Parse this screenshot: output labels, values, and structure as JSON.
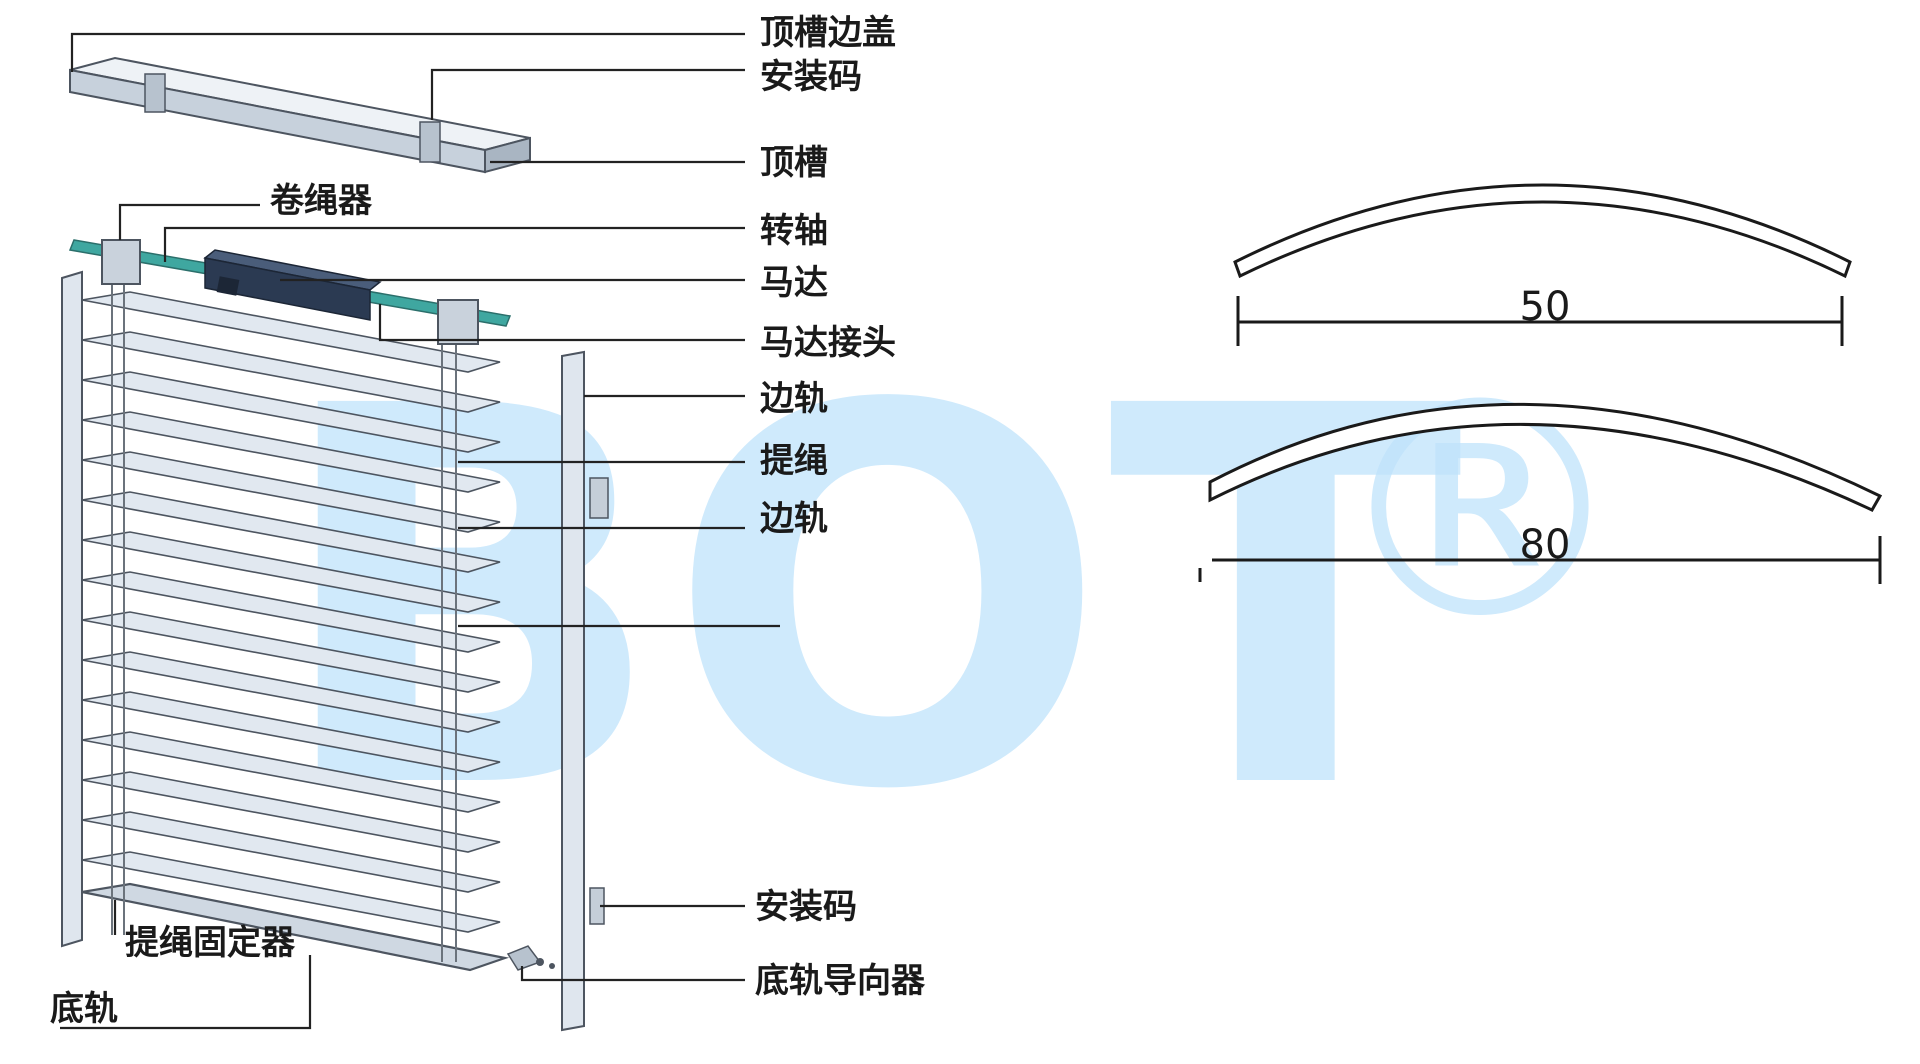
{
  "watermark": {
    "text": "BOT",
    "mark": "®",
    "color": "#bfe3fb"
  },
  "labels": {
    "top_cover": "顶槽边盖",
    "install_clip_top": "安装码",
    "top_channel": "顶槽",
    "cord_winder": "卷绳器",
    "shaft": "转轴",
    "motor": "马达",
    "motor_connector": "马达接头",
    "side_rail_1": "边轨",
    "ladder_cord": "提绳",
    "side_rail_2": "边轨",
    "cord_fixer": "提绳固定器",
    "bottom_rail": "底轨",
    "install_clip_bottom": "安装码",
    "bottom_rail_guide": "底轨导向器"
  },
  "slat_profiles": [
    {
      "width_label": "50"
    },
    {
      "width_label": "80"
    }
  ],
  "colors": {
    "slat": "#dfe7ef",
    "frame": "#9aa3ad",
    "motor": "#2b3a52",
    "shaft": "#3fa7a0"
  }
}
